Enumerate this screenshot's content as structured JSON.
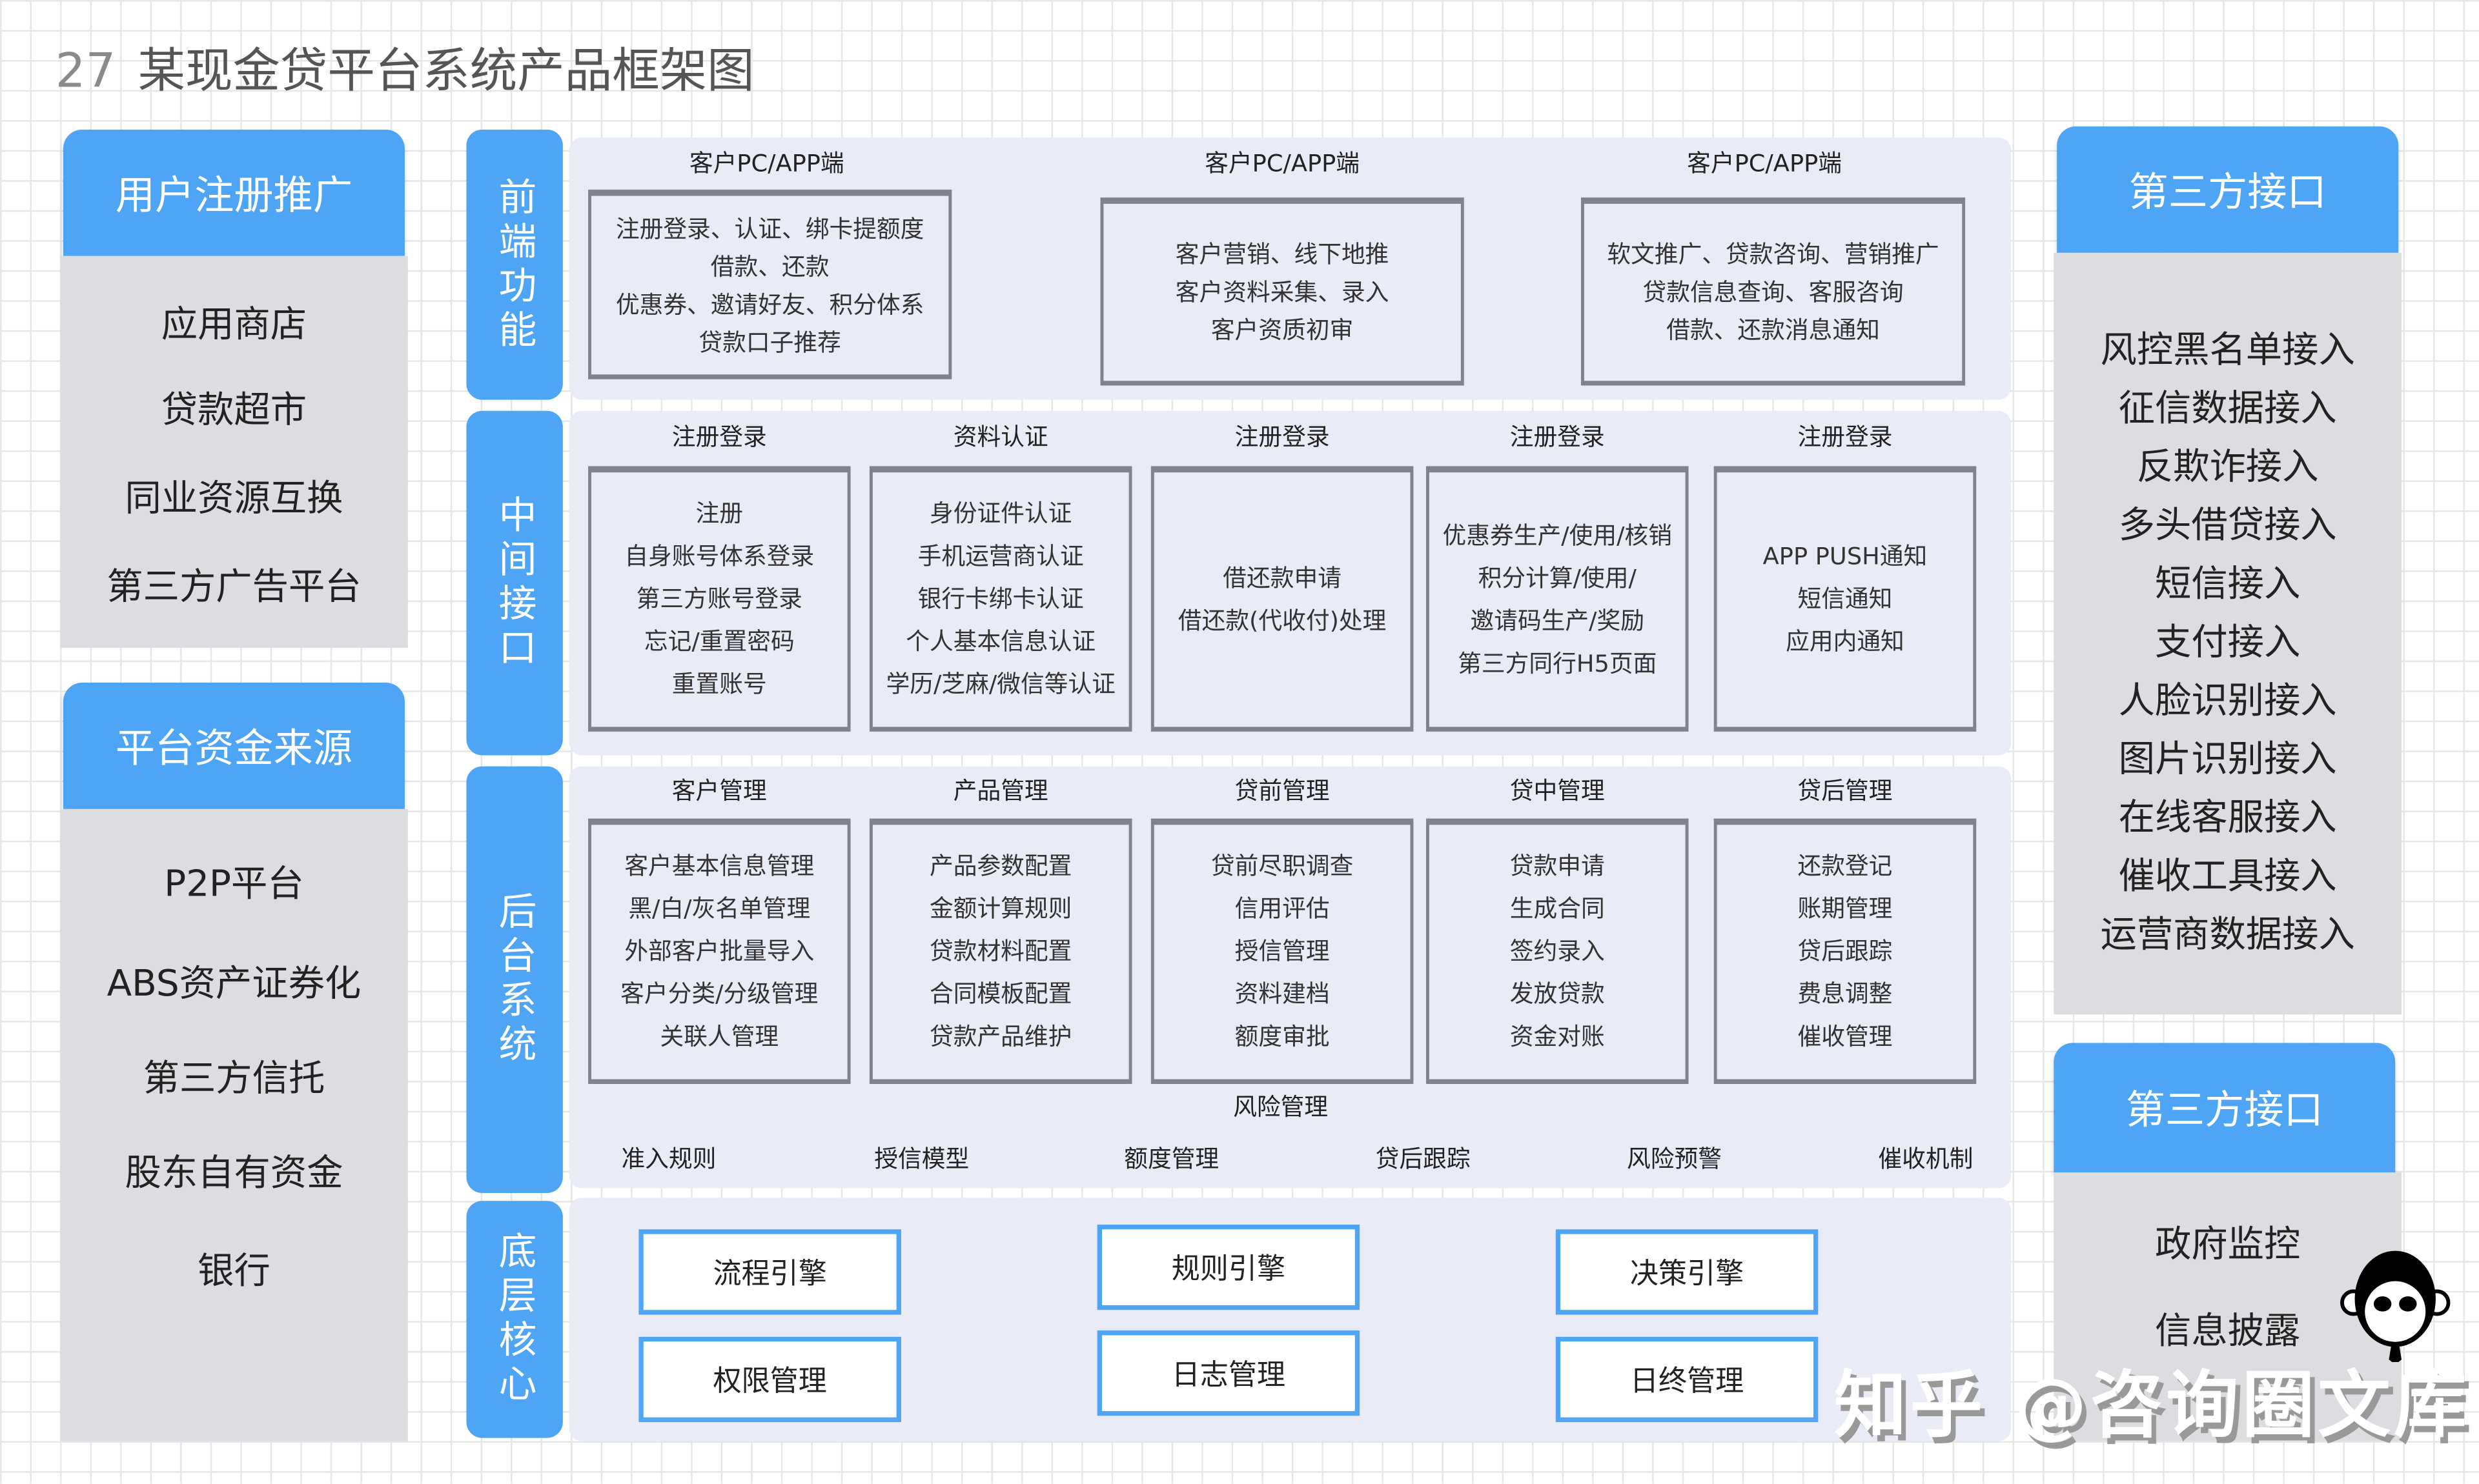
{
  "title": {
    "number": "27",
    "text": "某现金贷平台系统产品框架图"
  },
  "left": {
    "section1": {
      "header": "用户注册推广",
      "items": [
        "应用商店",
        "贷款超市",
        "同业资源互换",
        "第三方广告平台"
      ]
    },
    "section2": {
      "header": "平台资金来源",
      "items": [
        "P2P平台",
        "ABS资产证券化",
        "第三方信托",
        "股东自有资金",
        "银行"
      ]
    }
  },
  "layers": {
    "frontend": {
      "label": "前端功能",
      "columns": [
        {
          "header": "客户PC/APP端",
          "lines": [
            "注册登录、认证、绑卡提额度",
            "借款、还款",
            "优惠券、邀请好友、积分体系",
            "贷款口子推荐"
          ]
        },
        {
          "header": "客户PC/APP端",
          "lines": [
            "客户营销、线下地推",
            "客户资料采集、录入",
            "客户资质初审"
          ]
        },
        {
          "header": "客户PC/APP端",
          "lines": [
            "软文推广、贷款咨询、营销推广",
            "贷款信息查询、客服咨询",
            "借款、还款消息通知"
          ]
        }
      ]
    },
    "middle": {
      "label": "中间接口",
      "columns": [
        {
          "header": "注册登录",
          "lines": [
            "注册",
            "自身账号体系登录",
            "第三方账号登录",
            "忘记/重置密码",
            "重置账号"
          ]
        },
        {
          "header": "资料认证",
          "lines": [
            "身份证件认证",
            "手机运营商认证",
            "银行卡绑卡认证",
            "个人基本信息认证",
            "学历/芝麻/微信等认证"
          ]
        },
        {
          "header": "注册登录",
          "lines": [
            "借还款申请",
            "借还款(代收付)处理"
          ]
        },
        {
          "header": "注册登录",
          "lines": [
            "优惠券生产/使用/核销",
            "积分计算/使用/",
            "邀请码生产/奖励",
            "第三方同行H5页面"
          ]
        },
        {
          "header": "注册登录",
          "lines": [
            "APP PUSH通知",
            "短信通知",
            "应用内通知"
          ]
        }
      ]
    },
    "backend": {
      "label": "后台系统",
      "columns": [
        {
          "header": "客户管理",
          "lines": [
            "客户基本信息管理",
            "黑/白/灰名单管理",
            "外部客户批量导入",
            "客户分类/分级管理",
            "关联人管理"
          ]
        },
        {
          "header": "产品管理",
          "lines": [
            "产品参数配置",
            "金额计算规则",
            "贷款材料配置",
            "合同模板配置",
            "贷款产品维护"
          ]
        },
        {
          "header": "贷前管理",
          "lines": [
            "贷前尽职调查",
            "信用评估",
            "授信管理",
            "资料建档",
            "额度审批"
          ]
        },
        {
          "header": "贷中管理",
          "lines": [
            "贷款申请",
            "生成合同",
            "签约录入",
            "发放贷款",
            "资金对账"
          ]
        },
        {
          "header": "贷后管理",
          "lines": [
            "还款登记",
            "账期管理",
            "贷后跟踪",
            "费息调整",
            "催收管理"
          ]
        }
      ],
      "risk": {
        "header": "风险管理",
        "items": [
          "准入规则",
          "授信模型",
          "额度管理",
          "贷后跟踪",
          "风险预警",
          "催收机制"
        ]
      }
    },
    "core": {
      "label": "底层核心",
      "items": [
        "流程引擎",
        "权限管理",
        "规则引擎",
        "日志管理",
        "决策引擎",
        "日终管理"
      ]
    }
  },
  "right": {
    "section1": {
      "header": "第三方接口",
      "items": [
        "风控黑名单接入",
        "征信数据接入",
        "反欺诈接入",
        "多头借贷接入",
        "短信接入",
        "支付接入",
        "人脸识别接入",
        "图片识别接入",
        "在线客服接入",
        "催收工具接入",
        "运营商数据接入"
      ]
    },
    "section2": {
      "header": "第三方接口",
      "items": [
        "政府监控",
        "信息披露"
      ]
    }
  },
  "watermark": "知乎 @咨询圈文库",
  "colors": {
    "accent": "#4fa5f5",
    "panel": "#e9ecf7",
    "gray_panel": "#dcdde0"
  }
}
